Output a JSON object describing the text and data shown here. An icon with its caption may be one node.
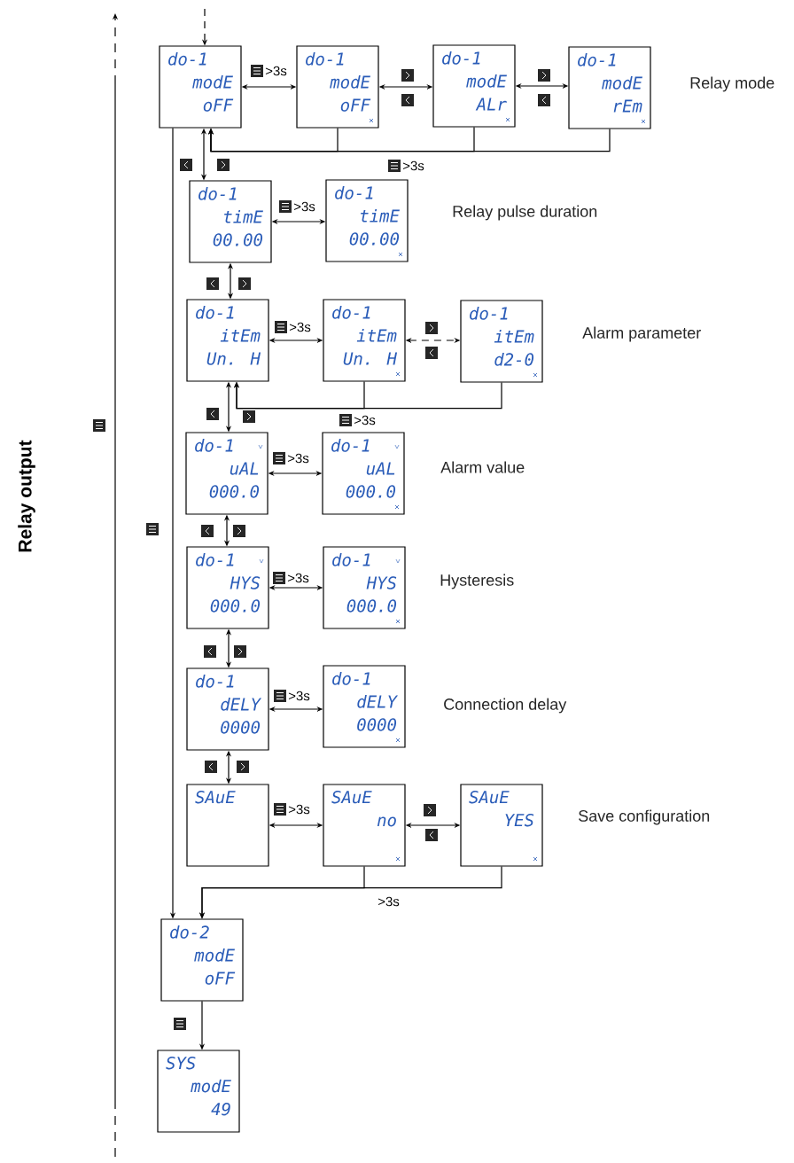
{
  "diagram": {
    "nodes": [
      {
        "text": [
          "do-1",
          "modE",
          "oFF"
        ]
      },
      {
        "text": [
          "do-1",
          "modE",
          "oFF"
        ]
      },
      {
        "text": [
          "do-1",
          "modE",
          "ALr"
        ]
      },
      {
        "text": [
          "do-1",
          "modE",
          "rEm"
        ]
      },
      {
        "text": [
          "do-1",
          "timE",
          "00.00"
        ]
      },
      {
        "text": [
          "do-1",
          "timE",
          "00.00"
        ]
      },
      {
        "text": [
          "do-1",
          "itEm",
          "Un. H"
        ]
      },
      {
        "text": [
          "do-1",
          "itEm",
          "Un. H"
        ]
      },
      {
        "text": [
          "do-1",
          "itEm",
          "d2-0"
        ]
      },
      {
        "text": [
          "do-1",
          "uAL",
          "000.0"
        ]
      },
      {
        "text": [
          "do-1",
          "uAL",
          "000.0"
        ]
      },
      {
        "text": [
          "do-1",
          "HYS",
          "000.0"
        ]
      },
      {
        "text": [
          "do-1",
          "HYS",
          "000.0"
        ]
      },
      {
        "text": [
          "do-1",
          "dELY",
          "0000"
        ]
      },
      {
        "text": [
          "do-1",
          "dELY",
          "0000"
        ]
      },
      {
        "text": [
          "SAuE"
        ]
      },
      {
        "text": [
          "SAuE",
          "no"
        ]
      },
      {
        "text": [
          "SAuE",
          "YES"
        ]
      },
      {
        "text": [
          "do-2",
          "modE",
          "oFF"
        ]
      },
      {
        "text": [
          "SYS",
          "modE",
          "49"
        ]
      }
    ],
    "edges": [
      {
        "from": null,
        "to": 0,
        "arrow": "to",
        "style": "dashed"
      },
      {
        "from": 0,
        "to": 1,
        "arrow": "both",
        "label": ">3s"
      },
      {
        "from": 1,
        "to": 2,
        "arrow": "both"
      },
      {
        "from": 2,
        "to": 3,
        "arrow": "both"
      },
      {
        "from": 1,
        "to": 0,
        "arrow": "to"
      },
      {
        "from": 2,
        "to": 0,
        "arrow": "to"
      },
      {
        "from": 3,
        "to": 0,
        "arrow": "to",
        "label": ">3s"
      },
      {
        "from": 0,
        "to": 4,
        "arrow": "both"
      },
      {
        "from": 4,
        "to": 5,
        "arrow": "both",
        "label": ">3s"
      },
      {
        "from": 4,
        "to": 6,
        "arrow": "both"
      },
      {
        "from": 6,
        "to": 7,
        "arrow": "both",
        "label": ">3s"
      },
      {
        "from": 7,
        "to": 8,
        "arrow": "both",
        "style": "dashed"
      },
      {
        "from": 7,
        "to": 6,
        "arrow": "to"
      },
      {
        "from": 8,
        "to": 6,
        "arrow": "to",
        "label": ">3s"
      },
      {
        "from": 6,
        "to": 9,
        "arrow": "both"
      },
      {
        "from": 9,
        "to": 10,
        "arrow": "both",
        "label": ">3s"
      },
      {
        "from": 9,
        "to": 11,
        "arrow": "both"
      },
      {
        "from": 11,
        "to": 12,
        "arrow": "both",
        "label": ">3s"
      },
      {
        "from": 11,
        "to": 13,
        "arrow": "both"
      },
      {
        "from": 13,
        "to": 14,
        "arrow": "both",
        "label": ">3s"
      },
      {
        "from": 13,
        "to": 15,
        "arrow": "both"
      },
      {
        "from": 15,
        "to": 16,
        "arrow": "both",
        "label": ">3s"
      },
      {
        "from": 16,
        "to": 17,
        "arrow": "both"
      },
      {
        "from": 16,
        "to": 18,
        "arrow": "to"
      },
      {
        "from": 17,
        "to": 18,
        "arrow": "to",
        "label": ">3s"
      },
      {
        "from": 0,
        "to": 18,
        "arrow": "to"
      },
      {
        "from": 18,
        "to": 19,
        "arrow": "to"
      }
    ],
    "labels": [
      "Relay mode",
      "Relay pulse duration",
      "Alarm parameter",
      "Alarm value",
      "Hysteresis",
      "Connection delay",
      "Save configuration",
      "Relay output"
    ]
  }
}
